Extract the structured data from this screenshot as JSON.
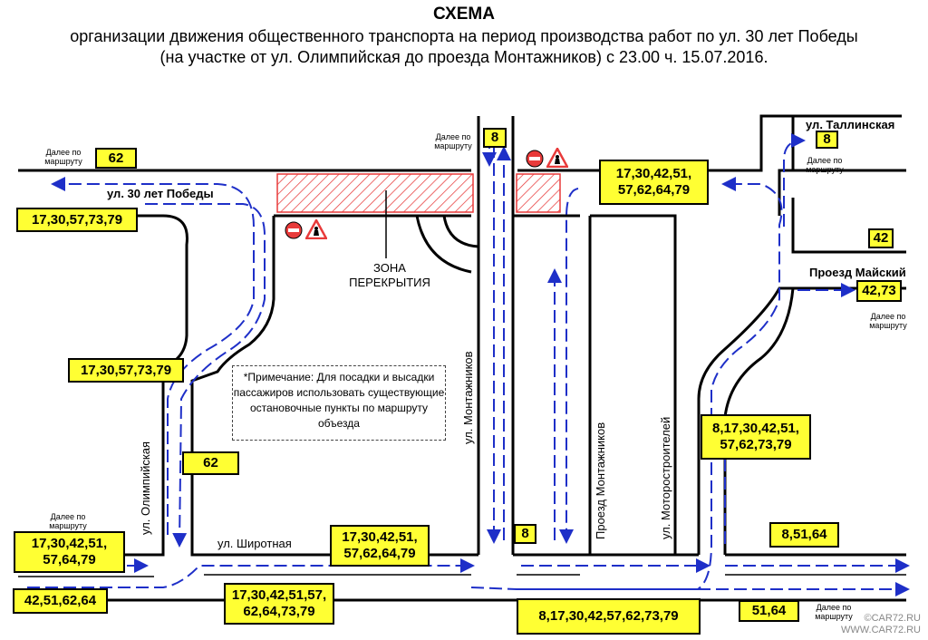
{
  "title": {
    "main": "СХЕМА",
    "line1": "организации движения общественного транспорта на период производства работ по ул. 30 лет Победы",
    "line2": "(на участке от ул. Олимпийская до проезда Монтажников) с 23.00 ч. 15.07.2016."
  },
  "streets": {
    "pobedy": "ул. 30 лет Победы",
    "tallinskaya": "ул. Таллинская",
    "maiskiy": "Проезд Майский",
    "olimpiyskaya": "ул. Олимпийская",
    "montazhnikov": "ул. Монтажников",
    "proezd_montazhnikov": "Проезд Монтажников",
    "motorostroiteley": "ул. Моторостроителей",
    "shirotnaya": "ул. Широтная"
  },
  "zone_label": "ЗОНА\nПЕРЕКРЫТИЯ",
  "remark": "*Примечание: Для посадки и высадки пассажиров использовать существующие остановочные пункты по маршруту объезда",
  "further_note": "Далее по\nмаршруту",
  "route_labels": {
    "r62_top": "62",
    "r17_left": "17,30,57,73,79",
    "r17_olymp": "17,30,57,73,79",
    "r62_olymp": "62",
    "r8_top": "8",
    "r17_top_right": "17,30,42,51,\n57,62,64,79",
    "r8_tall": "8",
    "r42_right": "42",
    "r4273": "42,73",
    "r8_motor": "8,17,30,42,51,\n57,62,73,79",
    "r17_bl": "17,30,42,51,\n57,64,79",
    "r42_bl": "42,51,62,64",
    "r17_shir": "17,30,42,51,\n57,62,64,79",
    "r8_bottom": "8",
    "r17_bottom": "17,30,42,51,57,\n62,64,73,79",
    "r8_long": "8,17,30,42,57,62,73,79",
    "r851": "8,51,64",
    "r5164": "51,64"
  },
  "watermark": "©CAR72.RU\nWWW.CAR72.RU",
  "colors": {
    "label_bg": "#ffff33",
    "route_arrow": "#1e2fc8",
    "closure": "#e83a3a",
    "road": "#000000"
  },
  "icons": [
    "no-entry-sign-icon",
    "road-works-sign-icon"
  ]
}
